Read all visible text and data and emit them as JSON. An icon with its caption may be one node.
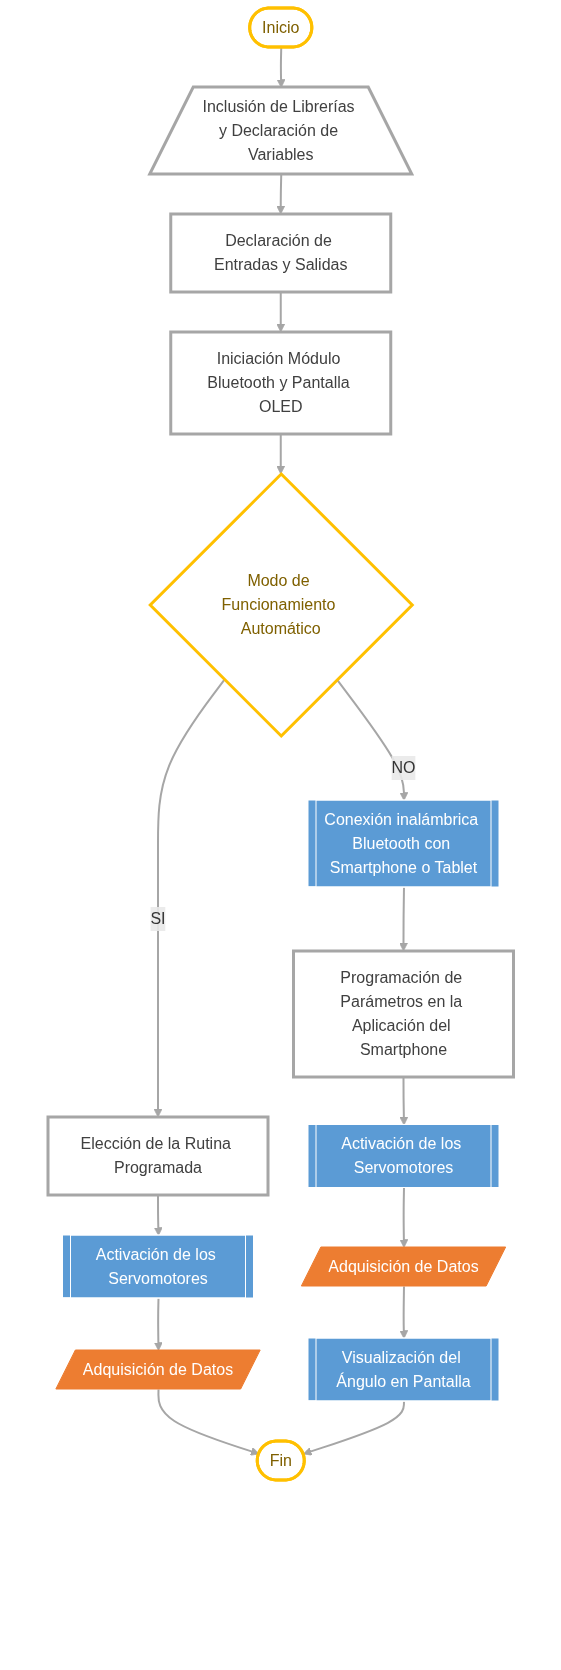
{
  "diagram": {
    "nodes": [
      {
        "text": [
          "Inicio"
        ]
      },
      {
        "text": [
          "Inclusión de Librerías y Declaración de Variables"
        ]
      },
      {
        "text": [
          "Declaración de Entradas y Salidas"
        ]
      },
      {
        "text": [
          "Iniciación Módulo Bluetooth y Pantalla OLED"
        ]
      },
      {
        "text": [
          "Modo de Funcionamiento Automático"
        ]
      },
      {
        "text": [
          "Conexión inalámbrica Bluetooth con Smartphone o Tablet"
        ]
      },
      {
        "text": [
          "Elección de la Rutina Programada"
        ]
      },
      {
        "text": [
          "Programación de Parámetros en la Aplicación del Smartphone"
        ]
      },
      {
        "text": [
          "Activación de los Servomotores"
        ]
      },
      {
        "text": [
          "Activación de los Servomotores"
        ]
      },
      {
        "text": [
          "Adquisición de Datos"
        ]
      },
      {
        "text": [
          "Adquisición de Datos"
        ]
      },
      {
        "text": [
          "Visualización del Ángulo en Pantalla"
        ]
      },
      {
        "text": [
          "Fin"
        ]
      }
    ],
    "edges": [
      {
        "from": 0,
        "to": 1,
        "arrow": "to"
      },
      {
        "from": 1,
        "to": 2,
        "arrow": "to"
      },
      {
        "from": 2,
        "to": 3,
        "arrow": "to"
      },
      {
        "from": 3,
        "to": 4,
        "arrow": "to"
      },
      {
        "from": 4,
        "to": 5,
        "arrow": "to",
        "label": "NO"
      },
      {
        "from": 4,
        "to": 6,
        "arrow": "to",
        "label": "SI"
      },
      {
        "from": 5,
        "to": 7,
        "arrow": "to"
      },
      {
        "from": 6,
        "to": 8,
        "arrow": "to"
      },
      {
        "from": 7,
        "to": 9,
        "arrow": "to"
      },
      {
        "from": 8,
        "to": 10,
        "arrow": "to"
      },
      {
        "from": 9,
        "to": 11,
        "arrow": "to"
      },
      {
        "from": 11,
        "to": 12,
        "arrow": "to"
      },
      {
        "from": 10,
        "to": 13,
        "arrow": "to"
      },
      {
        "from": 12,
        "to": 13,
        "arrow": "to"
      }
    ]
  }
}
